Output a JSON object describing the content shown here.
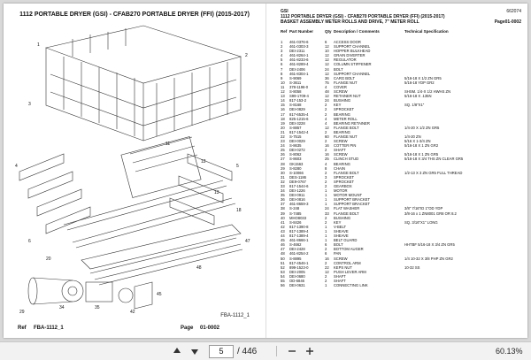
{
  "left_page": {
    "title": "1112 PORTABLE DRYER (GSI) - CFAB270 PORTABLE DRYER (FFI) (2015-2017)",
    "figure_label": "FBA-1112_1",
    "footer": {
      "ref_label": "Ref",
      "ref_value": "FBA-1112_1",
      "page_label": "Page",
      "page_value": "01-0002"
    }
  },
  "right_page": {
    "brand": "GSI",
    "code": "662074",
    "title": "1112 PORTABLE DRYER (GSI) - CFAB270 PORTABLE DRYER (FFI) (2015-2017)",
    "subtitle": "BASKET ASSEMBLY METER ROLLS AND DRIVE, 7\" METER ROLL",
    "page": "Page01-0002",
    "columns": {
      "ref": "Ref",
      "part": "Part Number",
      "qty": "Qty",
      "desc": "Description / Comments",
      "spec": "Technical Specification"
    },
    "rows": [
      {
        "ref": "1",
        "part": "461-0376-6",
        "qty": "6",
        "desc": "ACCESS DOOR",
        "spec": ""
      },
      {
        "ref": "2",
        "part": "461-0303-3",
        "qty": "12",
        "desc": "SUPPORT CHANNEL",
        "spec": ""
      },
      {
        "ref": "3",
        "part": "DEI-2311",
        "qty": "10",
        "desc": "HOPPER BULKHEAD",
        "spec": ""
      },
      {
        "ref": "4",
        "part": "461-8264-1",
        "qty": "12",
        "desc": "GRAIN DIVERTER",
        "spec": ""
      },
      {
        "ref": "5",
        "part": "461-8233-6",
        "qty": "12",
        "desc": "REGULATOR",
        "spec": ""
      },
      {
        "ref": "6",
        "part": "461-8289-4",
        "qty": "12",
        "desc": "COLUMN STIFFENER",
        "spec": ""
      },
      {
        "ref": "7",
        "part": "DEI-2406",
        "qty": "24",
        "desc": "BOLT",
        "spec": ""
      },
      {
        "ref": "8",
        "part": "461-8304-1",
        "qty": "12",
        "desc": "SUPPORT CHANNEL",
        "spec": ""
      },
      {
        "ref": "9",
        "part": "S-9069",
        "qty": "36",
        "desc": "CARG BOLT",
        "spec": "5/16-18 X 1/2 ZN GR5"
      },
      {
        "ref": "10",
        "part": "S-3611",
        "qty": "75",
        "desc": "FLANGE NUT",
        "spec": "5/16-18 YDP GR2"
      },
      {
        "ref": "11",
        "part": "378-1196-0",
        "qty": "4",
        "desc": "COVER",
        "spec": ""
      },
      {
        "ref": "12",
        "part": "S-8058",
        "qty": "48",
        "desc": "SCREW",
        "spec": "SHSM. 1/4-X 1/2 HWHS ZN"
      },
      {
        "ref": "13",
        "part": "S99-1709-4",
        "qty": "12",
        "desc": "RETAINER NUT",
        "spec": "5/16-18 X .135N"
      },
      {
        "ref": "14",
        "part": "817-153-2",
        "qty": "24",
        "desc": "BUSHING",
        "spec": ""
      },
      {
        "ref": "15",
        "part": "S-8168",
        "qty": "2",
        "desc": "KEY",
        "spec": "SQ. 1/8\"X1\""
      },
      {
        "ref": "16",
        "part": "DEI-0829",
        "qty": "2",
        "desc": "SPROCKET",
        "spec": ""
      },
      {
        "ref": "17",
        "part": "817-6535-4",
        "qty": "2",
        "desc": "BEARING",
        "spec": ""
      },
      {
        "ref": "18",
        "part": "825-1215-6",
        "qty": "4",
        "desc": "METER ROLL",
        "spec": ""
      },
      {
        "ref": "19",
        "part": "DEI-3228",
        "qty": "4",
        "desc": "BEARING RETAINER",
        "spec": ""
      },
      {
        "ref": "20",
        "part": "S-8857",
        "qty": "12",
        "desc": "FLANGE BOLT",
        "spec": "1/4-20 X 1/2 ZN GR5"
      },
      {
        "ref": "21",
        "part": "817-1542-4",
        "qty": "2",
        "desc": "BEARING",
        "spec": ""
      },
      {
        "ref": "22",
        "part": "S-7515",
        "qty": "60",
        "desc": "FLANGE NUT",
        "spec": "1/4-20 ZN"
      },
      {
        "ref": "23",
        "part": "DEI-0029",
        "qty": "2",
        "desc": "SCREW",
        "spec": "5/16 X 1-3/4 ZN"
      },
      {
        "ref": "24",
        "part": "S-8635",
        "qty": "16",
        "desc": "COTTER PIN",
        "spec": "5/16-18 X 1 ZN GR2"
      },
      {
        "ref": "25",
        "part": "DEI-0272",
        "qty": "2",
        "desc": "SHAFT",
        "spec": ""
      },
      {
        "ref": "26",
        "part": "S-8062",
        "qty": "16",
        "desc": "SCREW",
        "spec": "5/16-18 X 1 ZN GR5"
      },
      {
        "ref": "27",
        "part": "S-8603",
        "qty": "25",
        "desc": "CLINCH STUD",
        "spec": "5/16-18 X 3/4 THS ZN CLEAR GR5"
      },
      {
        "ref": "28",
        "part": "GK1563",
        "qty": "4",
        "desc": "BEARING",
        "spec": ""
      },
      {
        "ref": "29",
        "part": "S-8280",
        "qty": "8",
        "desc": "CHAIN",
        "spec": ""
      },
      {
        "ref": "30",
        "part": "S-10066",
        "qty": "2",
        "desc": "FLANGE BOLT",
        "spec": "1/2-13 X 3 ZN GR5 FULL THREAD"
      },
      {
        "ref": "31",
        "part": "DES-1186",
        "qty": "3",
        "desc": "SPROCKET",
        "spec": ""
      },
      {
        "ref": "32",
        "part": "DE9-0767",
        "qty": "2",
        "desc": "SPROCKET",
        "spec": ""
      },
      {
        "ref": "33",
        "part": "817-1544-6",
        "qty": "2",
        "desc": "GEARBOX",
        "spec": ""
      },
      {
        "ref": "34",
        "part": "DEI-1226",
        "qty": "1",
        "desc": "MOTOR",
        "spec": ""
      },
      {
        "ref": "35",
        "part": "DEI-0911",
        "qty": "1",
        "desc": "MOTOR MOUNT",
        "spec": ""
      },
      {
        "ref": "36",
        "part": "DEI-0816",
        "qty": "1",
        "desc": "SUPPORT BRACKET",
        "spec": ""
      },
      {
        "ref": "37",
        "part": "461-8659-3",
        "qty": "1",
        "desc": "SUPPORT BRACKET",
        "spec": ""
      },
      {
        "ref": "38",
        "part": "S-248",
        "qty": "24",
        "desc": "FLAT WASHER",
        "spec": "3/8\" 7/16\"ID 1\"OD YDP"
      },
      {
        "ref": "39",
        "part": "S-7485",
        "qty": "33",
        "desc": "FLANGE BOLT",
        "spec": "3/8-16 x 1 ZN8001 GR8 OR 8.2"
      },
      {
        "ref": "40",
        "part": "MHO8033",
        "qty": "2",
        "desc": "BUSHING",
        "spec": ""
      },
      {
        "ref": "41",
        "part": "S-8426",
        "qty": "2",
        "desc": "KEY",
        "spec": "SQ. 3/16\"X1\" LONG"
      },
      {
        "ref": "42",
        "part": "817-1390-8",
        "qty": "1",
        "desc": "V-BELT",
        "spec": ""
      },
      {
        "ref": "43",
        "part": "817-1389-4",
        "qty": "1",
        "desc": "SHEAVE",
        "spec": ""
      },
      {
        "ref": "44",
        "part": "817-1389-4",
        "qty": "1",
        "desc": "SHEAVE",
        "spec": ""
      },
      {
        "ref": "45",
        "part": "461-8666-1",
        "qty": "1",
        "desc": "BELT GUARD",
        "spec": ""
      },
      {
        "ref": "46",
        "part": "S-4662",
        "qty": "6",
        "desc": "BOLT",
        "spec": "HHTBF 5/16-18 X 3/4 ZN GR5"
      },
      {
        "ref": "47",
        "part": "DEI-2428",
        "qty": "2",
        "desc": "BOTTOM AUGER",
        "spec": ""
      },
      {
        "ref": "48",
        "part": "461-8254-2",
        "qty": "6",
        "desc": "PAN",
        "spec": ""
      },
      {
        "ref": "50",
        "part": "S-8895",
        "qty": "16",
        "desc": "SCREW",
        "spec": "1/4 10-32 X 3/8 PHP ZN GR2"
      },
      {
        "ref": "51",
        "part": "817-4546-1",
        "qty": "2",
        "desc": "CONTROL ARM",
        "spec": ""
      },
      {
        "ref": "52",
        "part": "899-1523-0",
        "qty": "22",
        "desc": "KEPS NUT",
        "spec": "10-32 SS"
      },
      {
        "ref": "53",
        "part": "DEI-2005",
        "qty": "12",
        "desc": "PUSH LEVER ARM",
        "spec": ""
      },
      {
        "ref": "54",
        "part": "DEI-0680",
        "qty": "2",
        "desc": "SHAFT",
        "spec": ""
      },
      {
        "ref": "55",
        "part": "OD-6846",
        "qty": "2",
        "desc": "SHAFT",
        "spec": ""
      },
      {
        "ref": "56",
        "part": "DEI-0631",
        "qty": "1",
        "desc": "CONNECTING LINK",
        "spec": ""
      }
    ]
  },
  "toolbar": {
    "current_page": "5",
    "page_total": "/ 446",
    "zoom": "60.13%",
    "icons": [
      "arrow-up-icon",
      "arrow-down-icon",
      "zoom-out-icon",
      "zoom-in-icon"
    ]
  }
}
